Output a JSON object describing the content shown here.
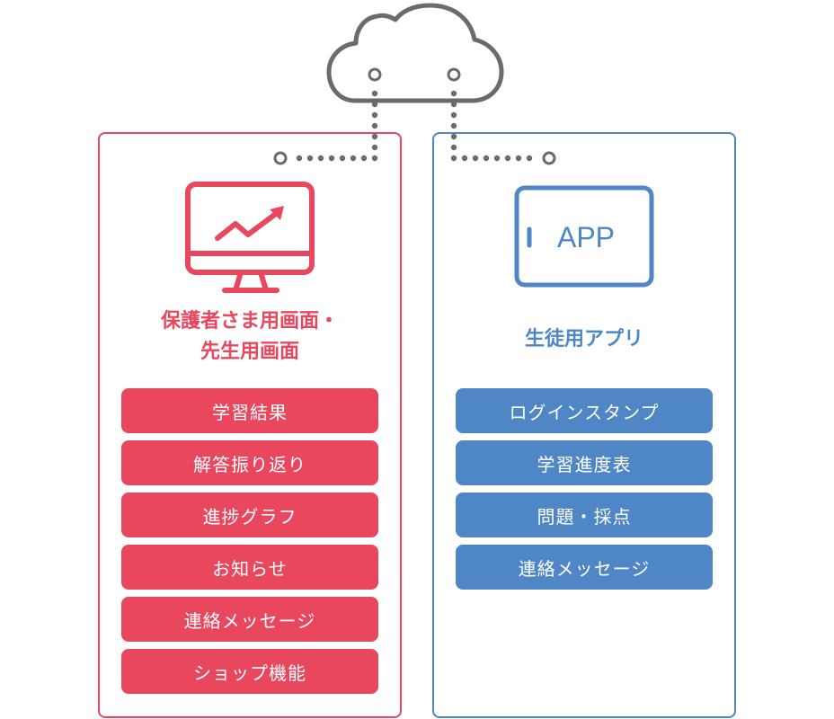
{
  "colors": {
    "parent_accent": "#e8475e",
    "student_accent": "#4f86c6",
    "connector": "#6b6b6b"
  },
  "cloud": {
    "icon": "cloud-icon"
  },
  "parent_panel": {
    "icon": "monitor-chart-icon",
    "title_line1": "保護者さま用画面・",
    "title_line2": "先生用画面",
    "features": [
      "学習結果",
      "解答振り返り",
      "進捗グラフ",
      "お知らせ",
      "連絡メッセージ",
      "ショップ機能"
    ]
  },
  "student_panel": {
    "icon": "tablet-app-icon",
    "icon_label": "APP",
    "title": "生徒用アプリ",
    "features": [
      "ログインスタンプ",
      "学習進度表",
      "問題・採点",
      "連絡メッセージ"
    ]
  }
}
